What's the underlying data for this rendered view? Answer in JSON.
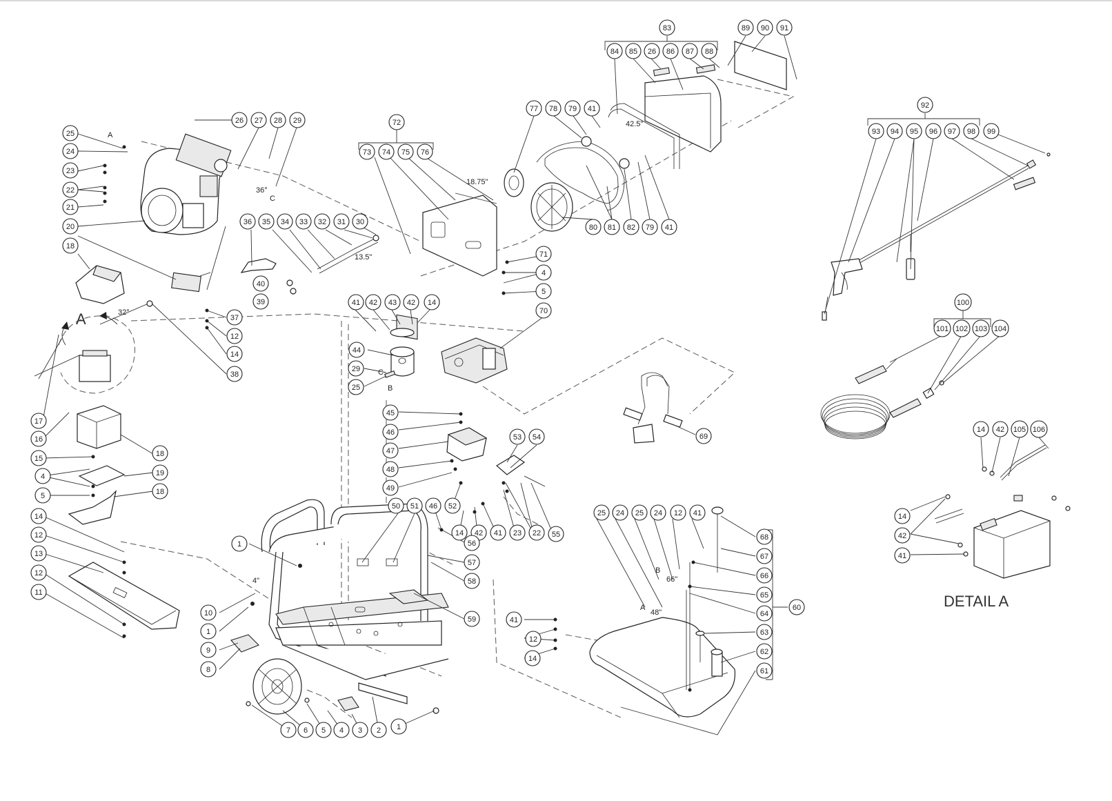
{
  "detail_title": "DETAIL  A",
  "detail_letter": "A",
  "measurements": {
    "hose_42": "42.5\"",
    "belt_18": "18.75\"",
    "tube_13": "13.5\"",
    "angle_36": "36°",
    "angle_32": "32°",
    "len_4": "4\"",
    "len_66": "66\"",
    "len_48": "48\""
  },
  "markers": {
    "a": "A",
    "b": "B",
    "c": "C"
  },
  "callouts": [
    "1",
    "2",
    "3",
    "4",
    "5",
    "6",
    "7",
    "8",
    "9",
    "10",
    "11",
    "12",
    "13",
    "14",
    "15",
    "16",
    "17",
    "18",
    "19",
    "20",
    "21",
    "22",
    "23",
    "24",
    "25",
    "26",
    "27",
    "28",
    "29",
    "30",
    "31",
    "32",
    "33",
    "34",
    "35",
    "36",
    "37",
    "38",
    "39",
    "40",
    "41",
    "42",
    "43",
    "44",
    "45",
    "46",
    "47",
    "48",
    "49",
    "50",
    "51",
    "52",
    "53",
    "54",
    "55",
    "56",
    "57",
    "58",
    "59",
    "60",
    "61",
    "62",
    "63",
    "64",
    "65",
    "66",
    "67",
    "68",
    "69",
    "70",
    "71",
    "72",
    "73",
    "74",
    "75",
    "76",
    "77",
    "78",
    "79",
    "80",
    "81",
    "82",
    "83",
    "84",
    "85",
    "86",
    "87",
    "88",
    "89",
    "90",
    "91",
    "92",
    "93",
    "94",
    "95",
    "96",
    "97",
    "98",
    "99",
    "100",
    "101",
    "102",
    "103",
    "104",
    "105",
    "106"
  ]
}
